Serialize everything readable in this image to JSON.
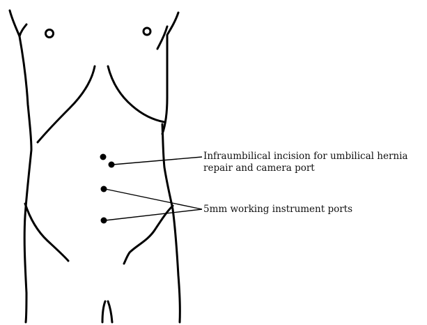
{
  "labels": {
    "camera_port_line1": "Infraumbilical incision for umbilical hernia",
    "camera_port_line2": "repair and camera port",
    "working_ports": "5mm working instrument ports"
  },
  "colors": {
    "ink": "#000000",
    "background": "#ffffff"
  }
}
